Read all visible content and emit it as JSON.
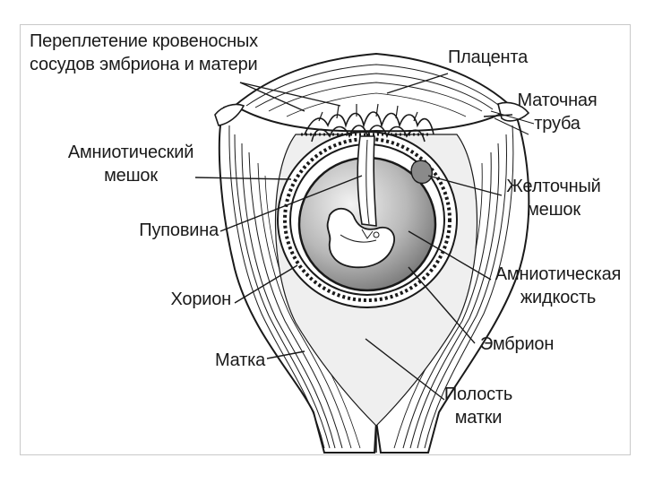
{
  "labels": {
    "vessels_line1": "Переплетение кровеносных",
    "vessels_line2": "сосудов эмбриона и матери",
    "placenta": "Плацента",
    "tube_line1": "Маточная",
    "tube_line2": "труба",
    "amnion_line1": "Амниотический",
    "amnion_line2": "мешок",
    "yolk_line1": "Желточный",
    "yolk_line2": "мешок",
    "cord": "Пуповина",
    "fluid_line1": "Амниотическая",
    "fluid_line2": "жидкость",
    "chorion": "Хорион",
    "embryo": "Эмбрион",
    "uterus": "Матка",
    "cavity_line1": "Полость",
    "cavity_line2": "матки"
  },
  "colors": {
    "line": "#1a1a1a",
    "amniotic_fluid_gradient": [
      "#f2f2f2",
      "#7a7a7a"
    ],
    "uterine_cavity": "#ececec",
    "frame_border": "#c9c9c9"
  }
}
